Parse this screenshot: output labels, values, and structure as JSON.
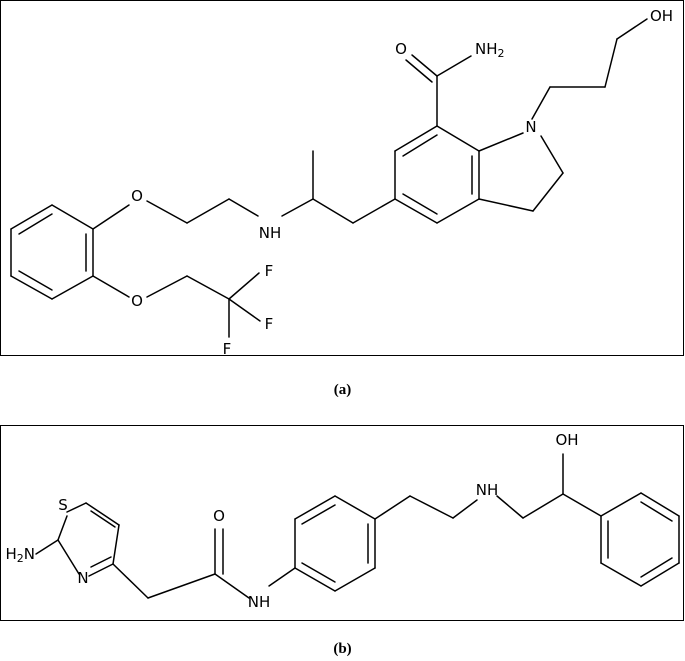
{
  "figure_a": {
    "caption": "(a)",
    "atoms": {
      "oh": "OH",
      "o_carbonyl": "O",
      "nh2": "NH",
      "nh2_sub": "2",
      "n_ring": "N",
      "nh": "NH",
      "o_ether_top": "O",
      "o_ether_bottom": "O",
      "f1": "F",
      "f2": "F",
      "f3": "F"
    }
  },
  "figure_b": {
    "caption": "(b)",
    "atoms": {
      "oh": "OH",
      "s": "S",
      "o_carbonyl": "O",
      "h2n": "H",
      "h2n_sub": "2",
      "h2n_n": "N",
      "n_ring": "N",
      "nh_amide": "NH",
      "nh_amine": "NH"
    }
  }
}
